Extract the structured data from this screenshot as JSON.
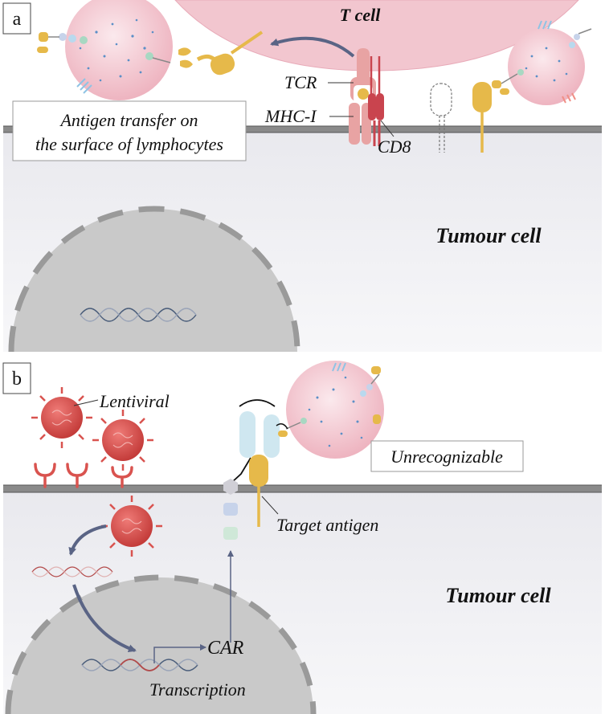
{
  "panel_a": {
    "letter": "a",
    "t_cell": "T cell",
    "tcr": "TCR",
    "mhc": "MHC-I",
    "cd8": "CD8",
    "antigen_transfer_line1": "Antigen transfer on",
    "antigen_transfer_line2": "the surface of lymphocytes",
    "tumour_cell": "Tumour cell"
  },
  "panel_b": {
    "letter": "b",
    "lentiviral": "Lentiviral",
    "unrecognizable": "Unrecognizable",
    "target_antigen": "Target antigen",
    "tumour_cell": "Tumour cell",
    "car": "CAR",
    "transcription": "Transcription"
  },
  "colors": {
    "membrane": "#8a8a8a",
    "tumour_bg": "#eeeef2",
    "tcell": "#f2c6cf",
    "nucleus": "#c9c9c9",
    "nucleus_dash": "#9a9a9a",
    "antigen": "#e6b94a",
    "mhc": "#e8a3a3",
    "cd8": "#c9444e",
    "virus": "#d9534f",
    "car": "#cfe7f0",
    "arrow": "#5a6485"
  }
}
